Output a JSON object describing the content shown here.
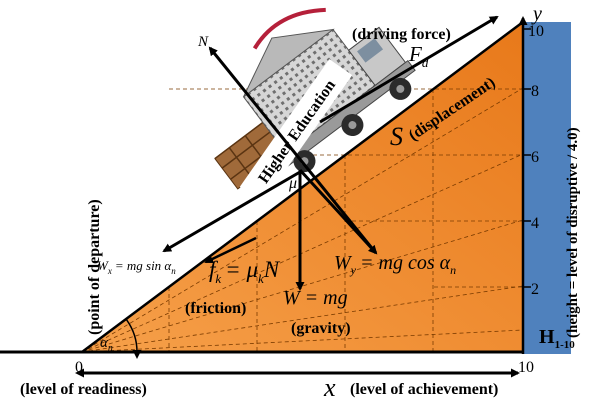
{
  "axes": {
    "y_label": "y",
    "x_label": "x",
    "origin_label": "0",
    "x_end_label": "10",
    "x_left_caption": "(level of readiness)",
    "x_right_caption": "(level of achievement)",
    "y_ticks": [
      "2",
      "4",
      "6",
      "8",
      "10"
    ]
  },
  "bar": {
    "caption": "(height = level of disruptive / 4.0)",
    "h_label": "H",
    "h_subscript": "1-10",
    "color": "#4f81bd"
  },
  "incline": {
    "fill_color": "#f08a24",
    "angle_label": "α",
    "angle_subscript": "n",
    "left_caption": "(point of departure)"
  },
  "vehicle": {
    "banner_text": "Higher Education"
  },
  "forces": {
    "normal": "N",
    "driving_caption": "(driving force)",
    "driving_symbol": "F",
    "driving_sub": "d",
    "displacement_symbol": "S",
    "displacement_caption": "(displacement)",
    "mu_symbol": "μ",
    "wx_text": "W",
    "wx_sub": "x",
    "wx_rhs": "= mg sin α",
    "wx_rhs_sub": "n",
    "fk_text": "f",
    "fk_sub": "k",
    "fk_rhs": "= μ",
    "fk_rhs_sub": "k",
    "fk_N": "N",
    "friction_caption": "(friction)",
    "wy_text": "W",
    "wy_sub": "y",
    "wy_rhs": "= mg cos α",
    "wy_rhs_sub": "n",
    "w_text": "W = mg",
    "gravity_caption": "(gravity)"
  }
}
